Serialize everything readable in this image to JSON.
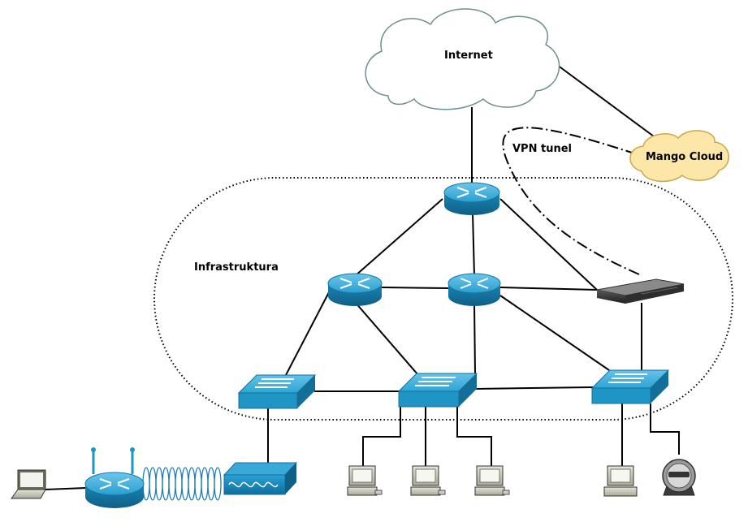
{
  "labels": {
    "internet": "Internet",
    "cloud": "Mango Cloud",
    "vpn": "VPN tunel",
    "infra": "Infrastruktura"
  },
  "colors": {
    "internet_cloud_fill": "#ffffff",
    "internet_cloud_stroke": "#6f8f8f",
    "mango_cloud_fill": "#fde7a8",
    "mango_cloud_stroke": "#c9a84a",
    "device_blue": "#1f95c6",
    "device_blue_dark": "#136f98",
    "device_blue_light": "#5fc0e6",
    "link": "#000000"
  },
  "icons": [
    "cloud-icon",
    "router-icon",
    "switch-icon",
    "server-icon",
    "pc-icon",
    "laptop-icon",
    "wireless-router-icon",
    "access-point-icon",
    "printer-icon"
  ]
}
